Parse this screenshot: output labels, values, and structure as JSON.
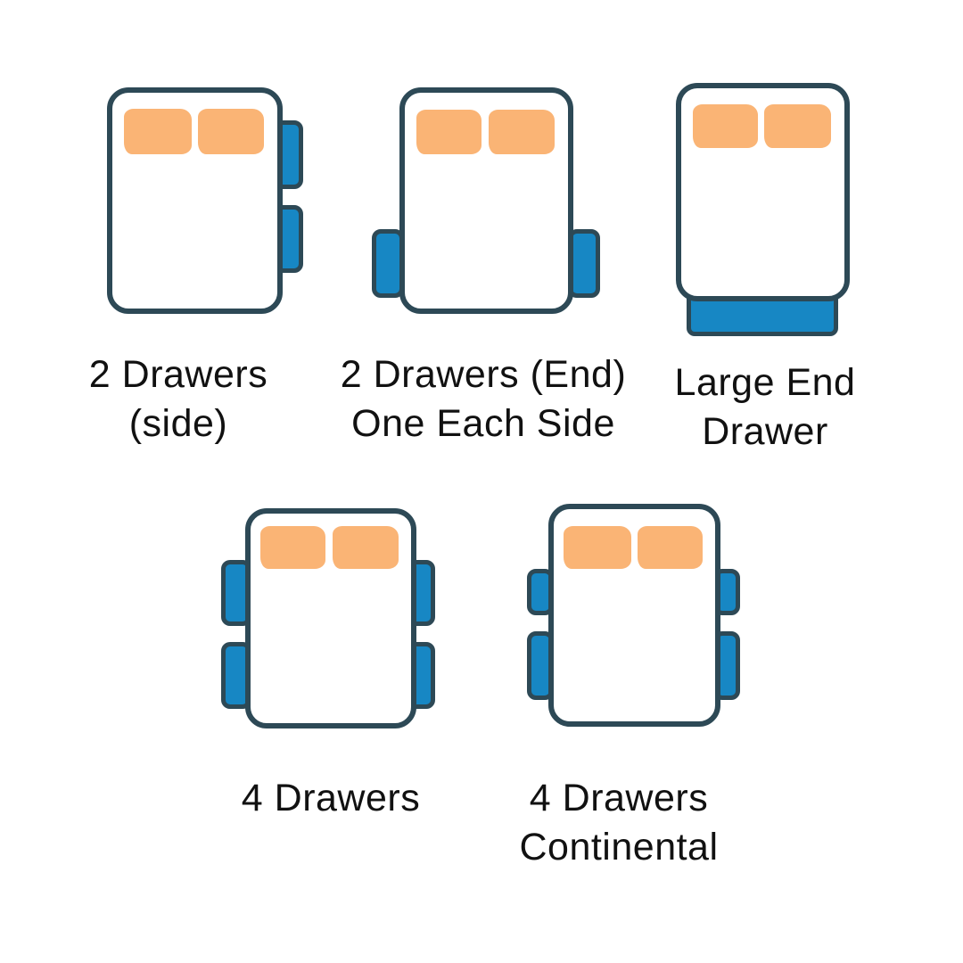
{
  "diagram": {
    "subject": "Bed storage drawer configurations",
    "colors": {
      "outline": "#2d4956",
      "drawer_fill": "#1787c4",
      "pillow_fill": "#fab475",
      "label_text": "#111111",
      "background": "#ffffff"
    },
    "beds": [
      {
        "name": "2 Drawers (side)",
        "label_lines": [
          "2 Drawers",
          "(side)"
        ],
        "drawer_count": 2,
        "pillow_count": 2
      },
      {
        "name": "2 Drawers (End) One Each Side",
        "label_lines": [
          "2 Drawers (End)",
          "One Each Side"
        ],
        "drawer_count": 2,
        "pillow_count": 2
      },
      {
        "name": "Large End Drawer",
        "label_lines": [
          "Large End",
          "Drawer"
        ],
        "drawer_count": 1,
        "pillow_count": 2
      },
      {
        "name": "4 Drawers",
        "label_lines": [
          "4 Drawers"
        ],
        "drawer_count": 4,
        "pillow_count": 2
      },
      {
        "name": "4 Drawers Continental",
        "label_lines": [
          "4 Drawers",
          "Continental"
        ],
        "drawer_count": 4,
        "pillow_count": 2
      }
    ]
  }
}
